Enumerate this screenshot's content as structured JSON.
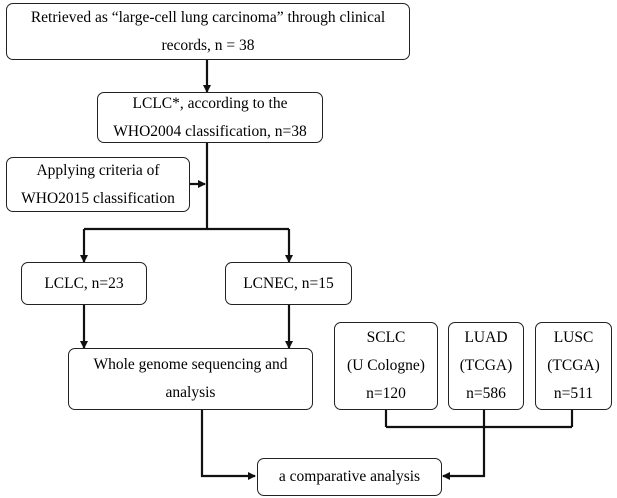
{
  "flowchart": {
    "retrieved": {
      "line1": "Retrieved as “large-cell lung carcinoma” through clinical",
      "line2": "records, n = 38"
    },
    "lclc_who2004": {
      "line1": "LCLC*, according to the",
      "line2": "WHO2004 classification, n=38"
    },
    "criteria_who2015": {
      "line1": "Applying criteria of",
      "line2": "WHO2015 classification"
    },
    "lclc": {
      "label": "LCLC, n=23"
    },
    "lcnec": {
      "label": "LCNEC, n=15"
    },
    "wgs": {
      "line1": "Whole genome sequencing and",
      "line2": "analysis"
    },
    "sclc": {
      "line1": "SCLC",
      "line2": "(U Cologne)",
      "line3": "n=120"
    },
    "luad": {
      "line1": "LUAD",
      "line2": "(TCGA)",
      "line3": "n=586"
    },
    "lusc": {
      "line1": "LUSC",
      "line2": "(TCGA)",
      "line3": "n=511"
    },
    "comparative": {
      "label": "a comparative analysis"
    }
  },
  "colors": {
    "stroke": "#222222",
    "background": "#ffffff",
    "text": "#000000"
  }
}
